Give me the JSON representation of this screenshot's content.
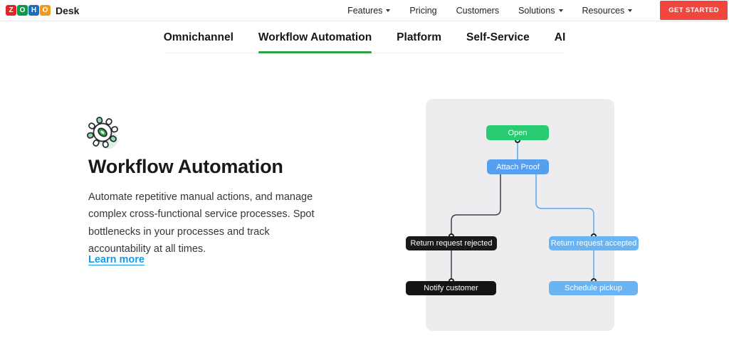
{
  "navbar": {
    "logo": {
      "tiles": [
        {
          "letter": "Z",
          "color": "#E42527"
        },
        {
          "letter": "O",
          "color": "#089949"
        },
        {
          "letter": "H",
          "color": "#226DB4"
        },
        {
          "letter": "O",
          "color": "#F0991F"
        }
      ],
      "product": "Desk"
    },
    "links": [
      {
        "label": "Features",
        "has_dropdown": true
      },
      {
        "label": "Pricing",
        "has_dropdown": false
      },
      {
        "label": "Customers",
        "has_dropdown": false
      },
      {
        "label": "Solutions",
        "has_dropdown": true
      },
      {
        "label": "Resources",
        "has_dropdown": true
      }
    ],
    "cta": {
      "label": "GET STARTED",
      "color": "#EF463D"
    }
  },
  "tabs": {
    "active_underline_color": "#2EA244",
    "items": [
      {
        "label": "Omnichannel",
        "active": false
      },
      {
        "label": "Workflow Automation",
        "active": true
      },
      {
        "label": "Platform",
        "active": false
      },
      {
        "label": "Self-Service",
        "active": false
      },
      {
        "label": "AI",
        "active": false
      }
    ]
  },
  "feature": {
    "icon": "gear-icon",
    "title": "Workflow Automation",
    "description": "Automate repetitive manual actions, and manage complex cross-functional service processes. Spot bottlenecks in your processes and track accountability at all times.",
    "link": {
      "label": "Learn more",
      "color": "#159BEA"
    }
  },
  "diagram": {
    "type": "flowchart",
    "panel_color": "#EDEDEF",
    "nodes": [
      {
        "id": "open",
        "label": "Open",
        "color": "#27CB72"
      },
      {
        "id": "attach",
        "label": "Attach Proof",
        "color": "#569FEF"
      },
      {
        "id": "rejected",
        "label": "Return request rejected",
        "color": "#191919"
      },
      {
        "id": "accepted",
        "label": "Return request accepted",
        "color": "#6BB4F3"
      },
      {
        "id": "notify",
        "label": "Notify customer",
        "color": "#141414"
      },
      {
        "id": "pickup",
        "label": "Schedule pickup",
        "color": "#6BB4F3"
      }
    ],
    "edges": [
      {
        "from": "open",
        "to": "attach",
        "color": "#5AA7F0"
      },
      {
        "from": "attach",
        "to": "rejected",
        "color": "#3f4145"
      },
      {
        "from": "attach",
        "to": "accepted",
        "color": "#5AA7F0"
      },
      {
        "from": "rejected",
        "to": "notify",
        "color": "#3f4145"
      },
      {
        "from": "accepted",
        "to": "pickup",
        "color": "#5AA7F0"
      }
    ]
  }
}
